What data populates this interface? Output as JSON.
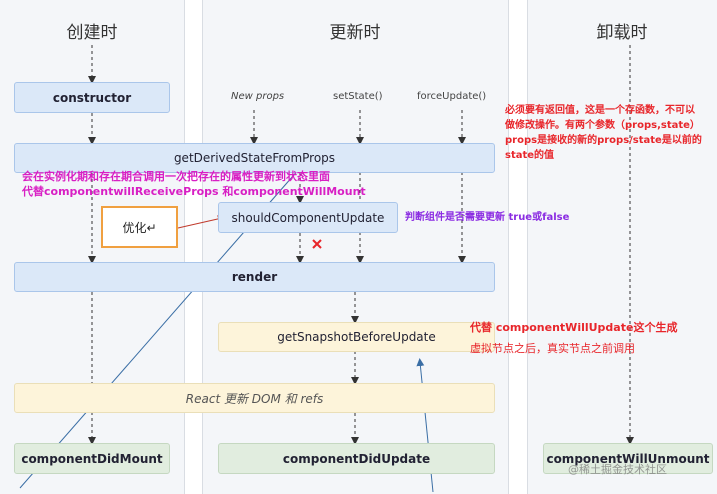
{
  "columns": {
    "create": "创建时",
    "update": "更新时",
    "unmount": "卸载时"
  },
  "boxes": {
    "constructor": "constructor",
    "gdsfp": "getDerivedStateFromProps",
    "scu": "shouldComponentUpdate",
    "render": "render",
    "gsbu": "getSnapshotBeforeUpdate",
    "react_dom": "React 更新 DOM 和 refs",
    "cdm": "componentDidMount",
    "cdu": "componentDidUpdate",
    "cwu": "componentWillUnmount"
  },
  "triggers": {
    "new_props": "New props",
    "set_state": "setState()",
    "force_update": "forceUpdate()"
  },
  "annotations": {
    "gdsfp_note_lines": [
      "必须要有返回值，这是一个存函数，不可以",
      "做修改操作。有两个参数（props,state）",
      "props是接收的新的props/state是以前的",
      "state的值"
    ],
    "init_note": "会在实例化期和存在期合调用一次把存在的属性更新到状态里面",
    "replace_note": "代替componentwillReceiveProps 和componentWillMount",
    "optimize": "优化↵",
    "scu_note": "判断组件是否需要更新 true或false",
    "gsbu_note_line1": "代替 componentWillUpdate这个生成",
    "gsbu_note_line2": "虚拟节点之后，真实节点之前调用"
  },
  "watermark": "@稀土掘金技术社区",
  "colors": {
    "blue_box": "#dbe8f8",
    "yellow_box": "#fdf4da",
    "green_box": "#e1eddf",
    "red_note": "#e8262b",
    "magenta_note": "#d81fc4",
    "purple_note": "#8a2be2",
    "orange_frame": "#f0a040",
    "arrow_blue": "#3a6ea5"
  }
}
